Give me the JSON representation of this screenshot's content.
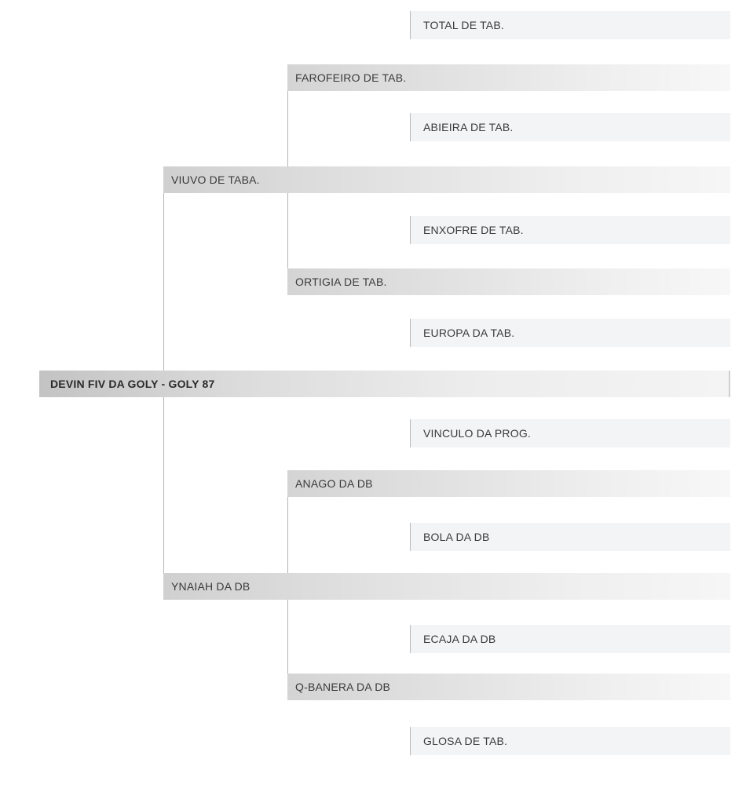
{
  "pedigree": {
    "subject": "DEVIN FIV DA GOLY - GOLY 87",
    "sire": {
      "name": "VIUVO DE TABA.",
      "sire": {
        "name": "FAROFEIRO DE TAB.",
        "sire": "TOTAL DE TAB.",
        "dam": "ABIEIRA DE TAB."
      },
      "dam": {
        "name": "ORTIGIA DE TAB.",
        "sire": "ENXOFRE DE TAB.",
        "dam": "EUROPA DA TAB."
      }
    },
    "dam": {
      "name": "YNAIAH DA DB",
      "sire": {
        "name": "ANAGO DA DB",
        "sire": "VINCULO DA PROG.",
        "dam": "BOLA DA DB"
      },
      "dam": {
        "name": "Q-BANERA DA DB",
        "sire": "ECAJA DA DB",
        "dam": "GLOSA DE TAB."
      }
    }
  }
}
